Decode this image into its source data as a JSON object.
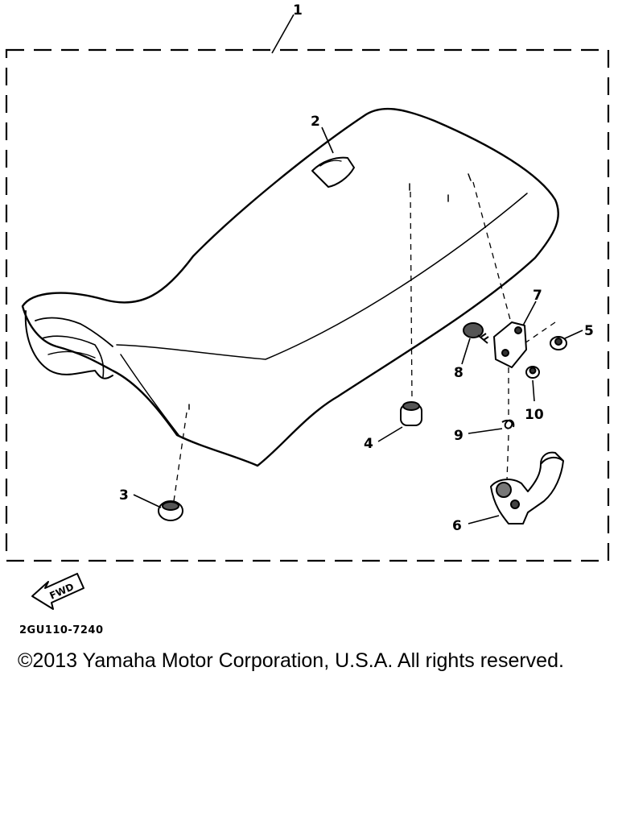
{
  "diagram": {
    "callouts": [
      {
        "id": "1",
        "label": "1"
      },
      {
        "id": "2",
        "label": "2"
      },
      {
        "id": "3",
        "label": "3"
      },
      {
        "id": "4",
        "label": "4"
      },
      {
        "id": "5",
        "label": "5"
      },
      {
        "id": "6",
        "label": "6"
      },
      {
        "id": "7",
        "label": "7"
      },
      {
        "id": "8",
        "label": "8"
      },
      {
        "id": "9",
        "label": "9"
      },
      {
        "id": "10",
        "label": "10"
      }
    ],
    "fwd_label": "FWD",
    "drawing_code": "2GU110-7240"
  },
  "footer": {
    "copyright": "©2013 Yamaha Motor Corporation, U.S.A. All rights reserved."
  },
  "colors": {
    "ink": "#000000",
    "background": "#ffffff"
  }
}
